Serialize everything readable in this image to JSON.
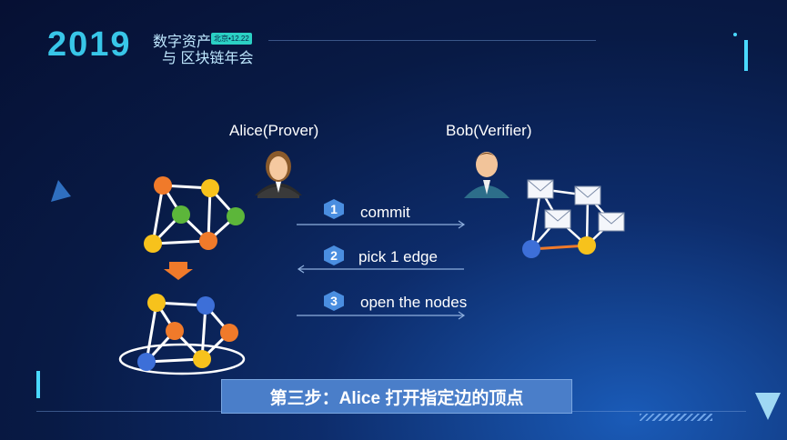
{
  "logo": {
    "year": "2019",
    "line1": "数字资产",
    "line2": "与 区块链年会",
    "badge": "北京•12.22"
  },
  "roles": {
    "prover": "Alice(Prover)",
    "verifier": "Bob(Verifier)"
  },
  "steps": [
    {
      "num": "1",
      "label": "commit",
      "direction": "right"
    },
    {
      "num": "2",
      "label": "pick 1 edge",
      "direction": "left"
    },
    {
      "num": "3",
      "label": "open the nodes",
      "direction": "right"
    }
  ],
  "caption": "第三步：Alice 打开指定边的顶点",
  "colors": {
    "orange": "#f07a2a",
    "yellow": "#f7c21c",
    "green": "#5cb63a",
    "blue": "#3d6fd8",
    "accent": "#4ad9ff"
  }
}
